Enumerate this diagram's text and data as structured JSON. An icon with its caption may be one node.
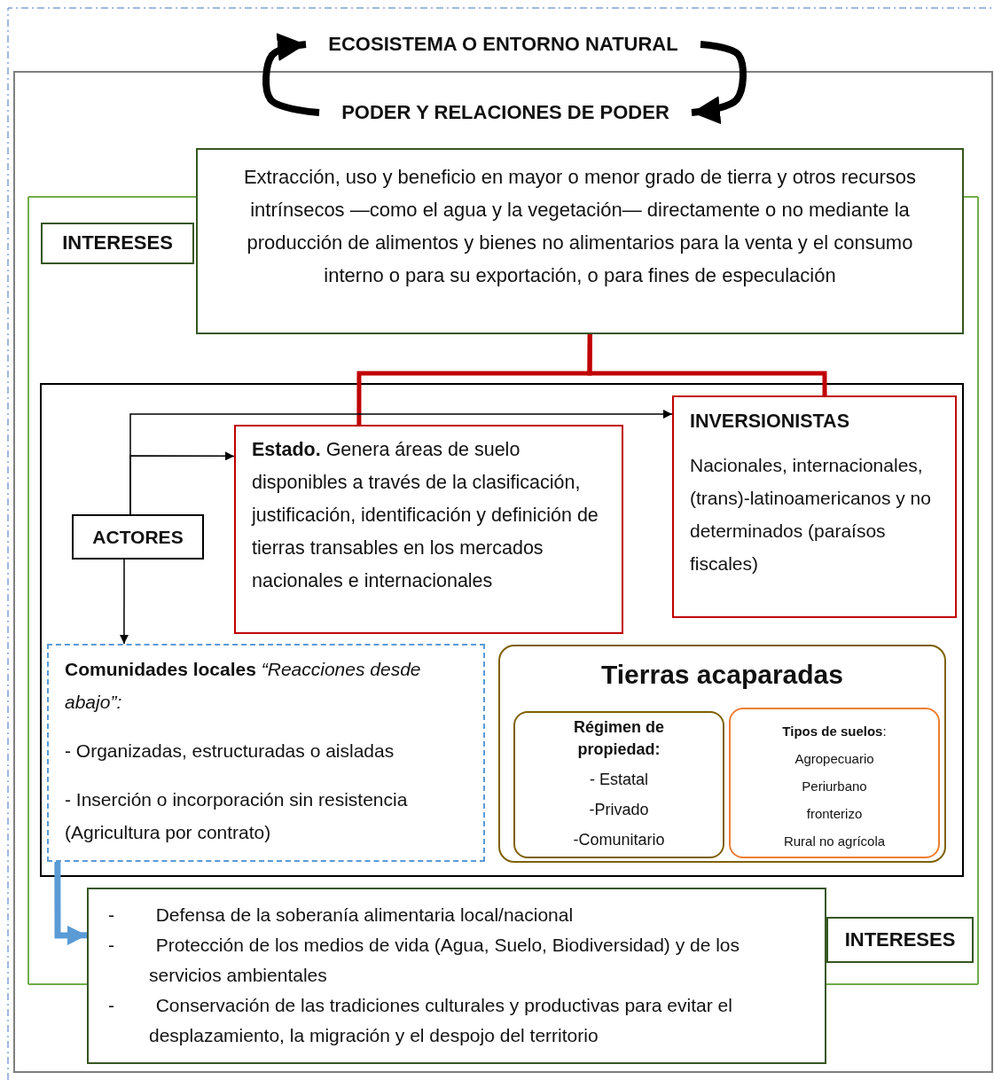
{
  "diagram": {
    "nodes": [
      {
        "text": [
          "ECOSISTEMA O ENTORNO NATURAL"
        ]
      },
      {
        "text": [],
        "shape": "box"
      },
      {
        "text": [
          "PODER Y RELACIONES DE PODER"
        ],
        "in": 1
      },
      {
        "text": [
          "INTERESES"
        ],
        "in": 1
      },
      {
        "text": [
          "Extracción, uso y beneficio en mayor o menor grado de tierra y otros recursos intrínsecos —como el agua y la vegetación— directamente o no mediante la producción de alimentos y bienes no alimentarios para la venta y el consumo interno o para su exportación,  o para fines de especulación"
        ],
        "in": 1
      },
      {
        "text": [],
        "shape": "box",
        "in": 1
      },
      {
        "text": [
          "ACTORES"
        ],
        "in": 5
      },
      {
        "text": [
          "**Estado.** Genera áreas de suelo disponibles a través de la clasificación, justificación, identificación y definición de tierras transables en los mercados nacionales e internacionales"
        ],
        "in": 5
      },
      {
        "text": [
          "INVERSIONISTAS",
          "Nacionales, internacionales, (trans)-latinoamericanos y no determinados (paraísos fiscales)"
        ],
        "in": 5
      },
      {
        "text": [
          "**Comunidades locales** *“Reacciones desde abajo”:*",
          "- Organizadas, estructuradas o aisladas",
          "- Inserción o incorporación sin resistencia (Agricultura por contrato)"
        ],
        "in": 5
      },
      {
        "text": [
          "Tierras acaparadas"
        ],
        "in": 5
      },
      {
        "text": [
          "Régimen de propiedad:",
          "- Estatal",
          "-Privado",
          "-Comunitario"
        ],
        "in": 10
      },
      {
        "text": [
          "**Tipos de suelos**:",
          "Agropecuario",
          "Periurbano",
          "fronterizo",
          "Rural no agrícola"
        ],
        "in": 10
      },
      {
        "text": [
          "- Defensa de la soberanía alimentaria local/nacional",
          "- Protección de los medios de vida (Agua, Suelo, Biodiversidad) y de los servicios ambientales",
          "- Conservación de las tradiciones culturales y productivas para evitar el desplazamiento, la migración y el despojo del territorio"
        ],
        "in": 1
      },
      {
        "text": [
          "INTERESES"
        ],
        "in": 1
      }
    ],
    "edges": [
      {
        "from": 2,
        "to": 0,
        "arrow": "to"
      },
      {
        "from": 0,
        "to": 2,
        "arrow": "to"
      },
      {
        "from": 4,
        "to": 7,
        "arrow": "none",
        "color": "#c00000"
      },
      {
        "from": 4,
        "to": 8,
        "arrow": "none",
        "color": "#c00000"
      },
      {
        "from": 6,
        "to": 8,
        "arrow": "to"
      },
      {
        "from": 6,
        "to": 7,
        "arrow": "to"
      },
      {
        "from": 6,
        "to": 9,
        "arrow": "to"
      },
      {
        "from": 9,
        "to": 13,
        "arrow": "to",
        "color": "#5b9bd5"
      }
    ]
  }
}
